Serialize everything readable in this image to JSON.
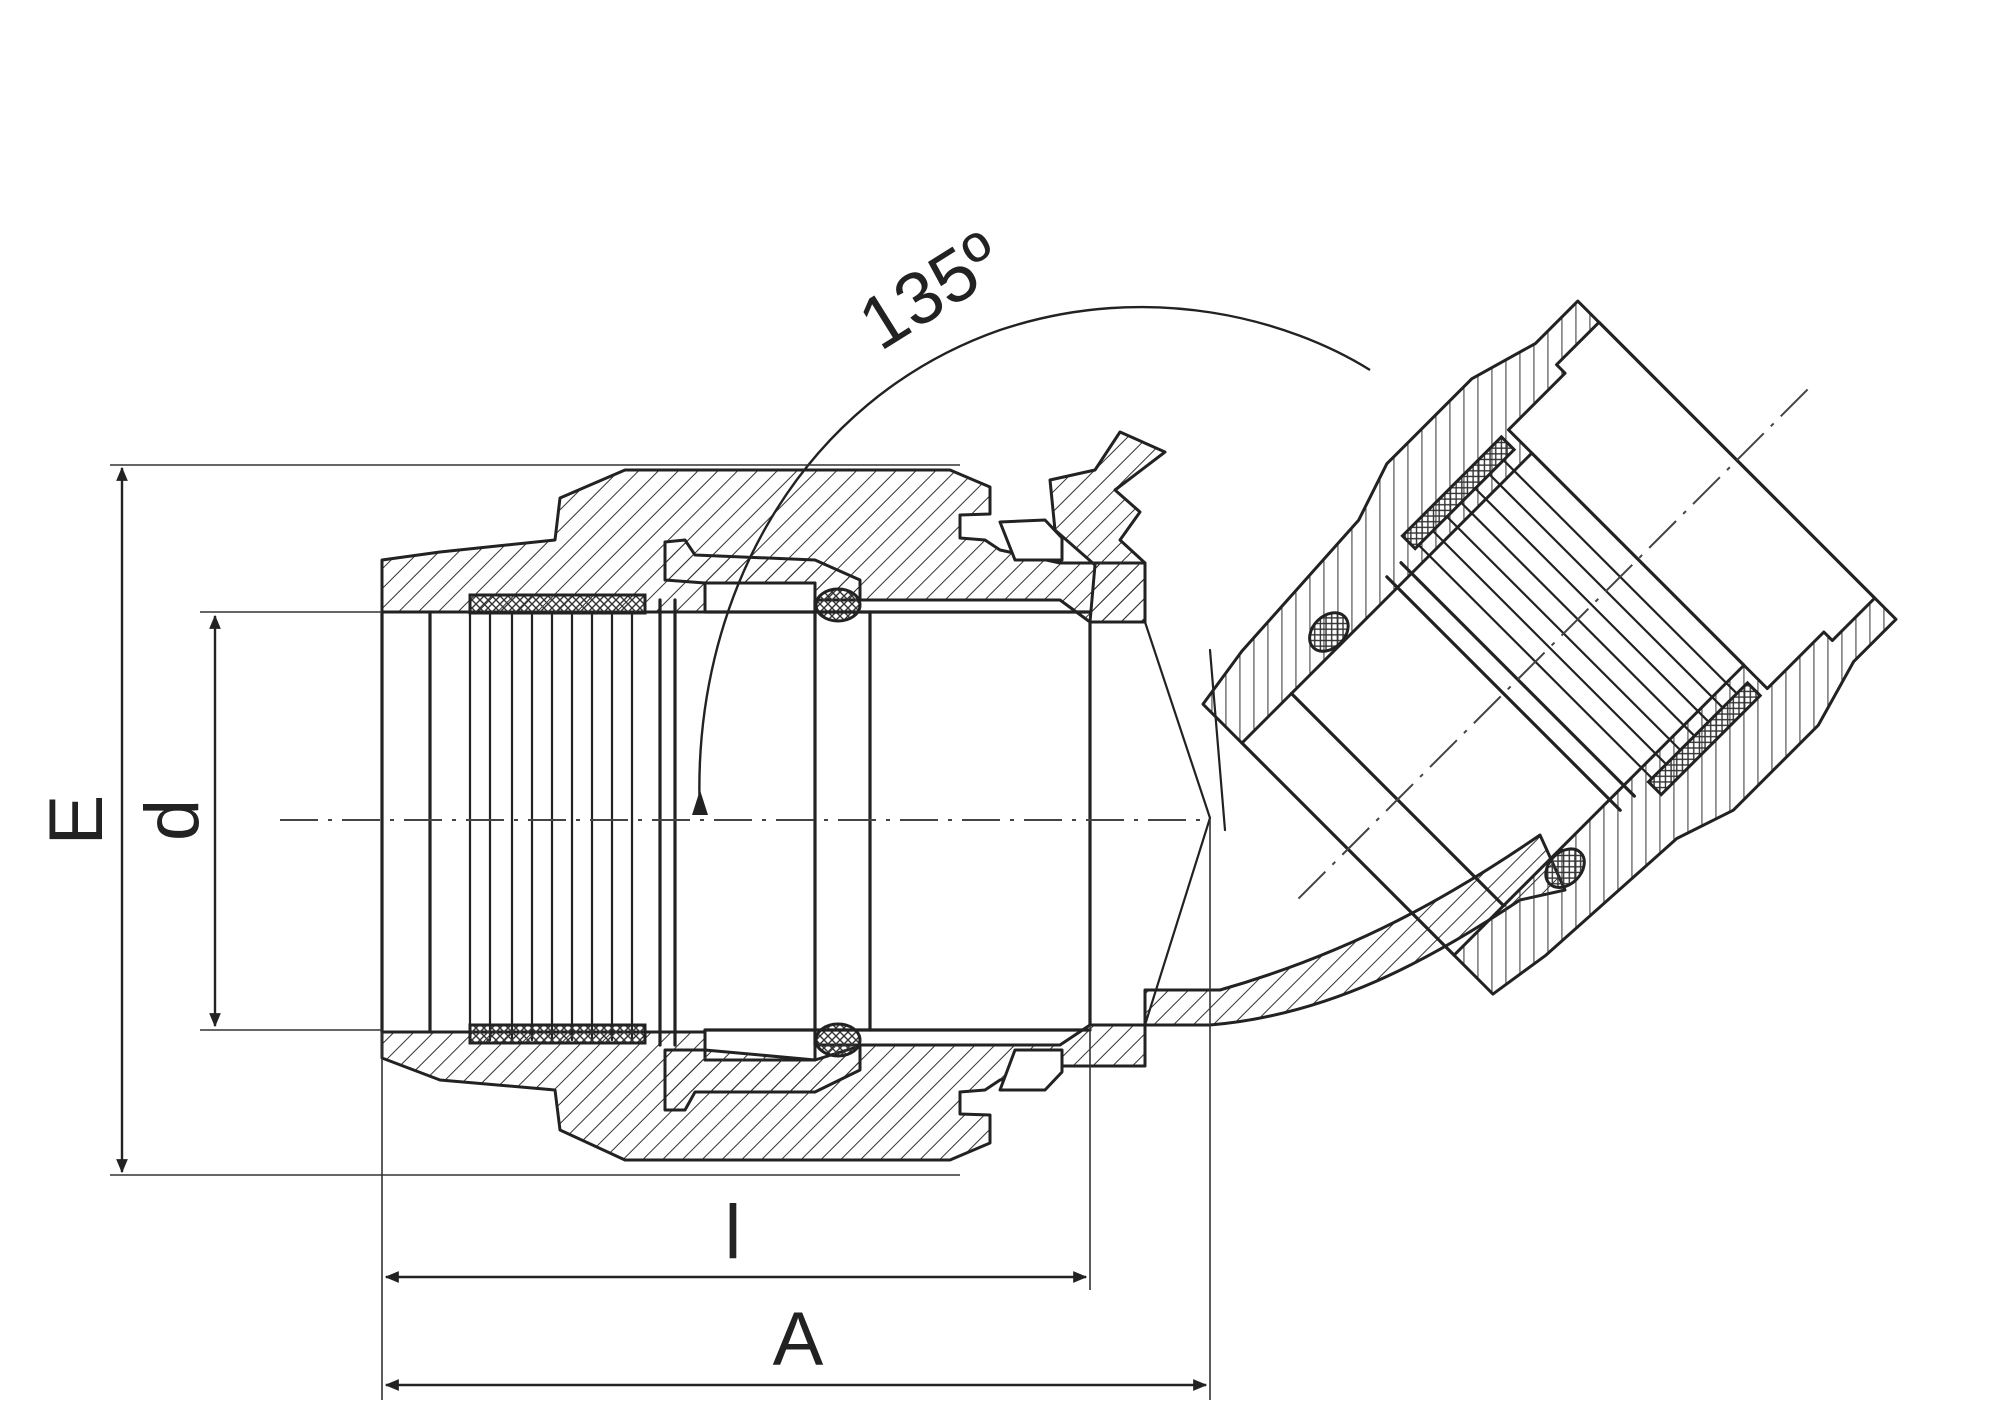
{
  "labels": {
    "angle": "135º",
    "E": "E",
    "d": "d",
    "l": "l",
    "A": "A"
  }
}
